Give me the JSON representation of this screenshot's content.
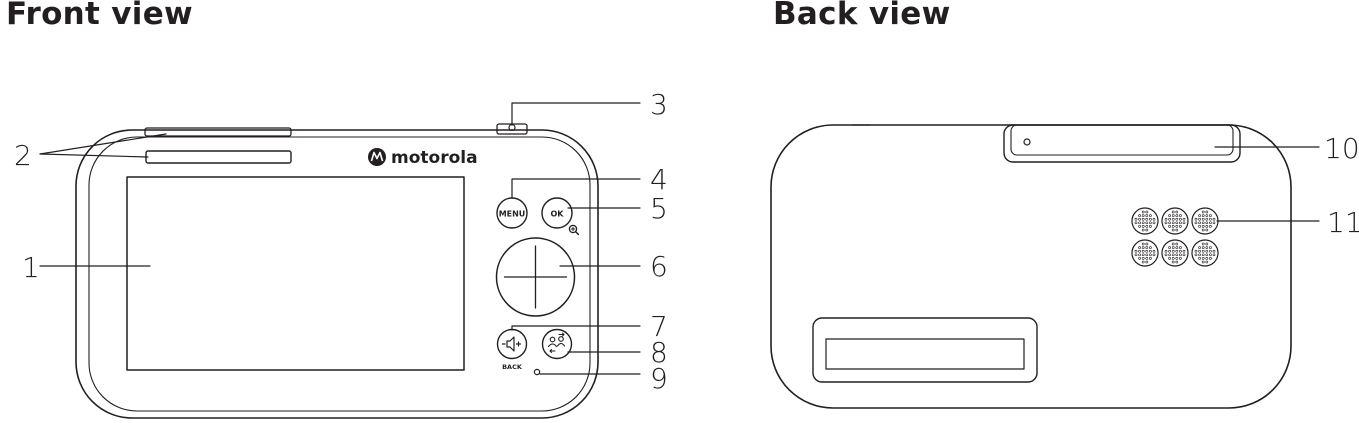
{
  "titles": {
    "front": "Front view",
    "back": "Back view"
  },
  "front": {
    "brand": "motorola",
    "buttons": {
      "menu": "MENU",
      "ok": "OK",
      "back": "BACK"
    },
    "callouts": [
      "1",
      "2",
      "3",
      "4",
      "5",
      "6",
      "7",
      "8",
      "9"
    ]
  },
  "back": {
    "callouts": [
      "10",
      "11"
    ]
  },
  "icons": [
    "motorola-logo-icon",
    "zoom-in-icon",
    "volume-icon",
    "talk-icon"
  ]
}
